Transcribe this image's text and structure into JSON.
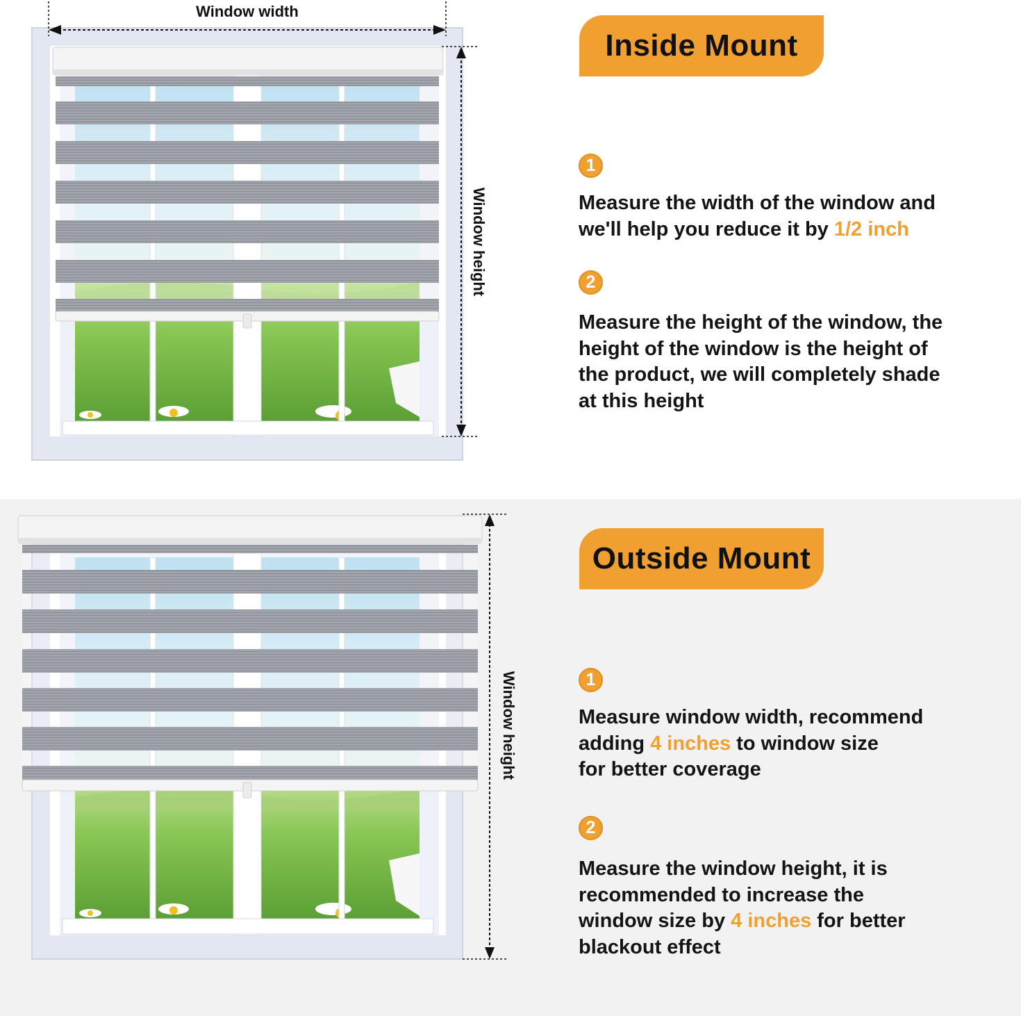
{
  "colors": {
    "accent": "#f0a030",
    "text": "#141414",
    "shade_band": "#9a9ca3",
    "frame": "#e2e6f0",
    "sky": "#bfe0f0",
    "grass": "#7cc04a",
    "outside_bg": "#f2f2f2"
  },
  "inside": {
    "title": "Inside Mount",
    "width_label": "Window width",
    "height_label": "Window height",
    "steps": [
      {
        "number": "1",
        "lines": [
          {
            "parts": [
              {
                "t": "Measure the width of the window and"
              }
            ]
          },
          {
            "parts": [
              {
                "t": "we'll help you reduce it by "
              },
              {
                "t": "1/2 inch",
                "hl": true
              }
            ]
          }
        ]
      },
      {
        "number": "2",
        "lines": [
          {
            "parts": [
              {
                "t": "Measure the height of the window, the"
              }
            ]
          },
          {
            "parts": [
              {
                "t": "height of the window is the height of"
              }
            ]
          },
          {
            "parts": [
              {
                "t": "the product, we will completely shade"
              }
            ]
          },
          {
            "parts": [
              {
                "t": "at this height"
              }
            ]
          }
        ]
      }
    ]
  },
  "outside": {
    "title": "Outside Mount",
    "height_label": "Window height",
    "steps": [
      {
        "number": "1",
        "lines": [
          {
            "parts": [
              {
                "t": "Measure window width, recommend"
              }
            ]
          },
          {
            "parts": [
              {
                "t": "adding "
              },
              {
                "t": "4 inches",
                "hl": true
              },
              {
                "t": " to window size"
              }
            ]
          },
          {
            "parts": [
              {
                "t": "for better coverage"
              }
            ]
          }
        ]
      },
      {
        "number": "2",
        "lines": [
          {
            "parts": [
              {
                "t": "Measure the window height, it is"
              }
            ]
          },
          {
            "parts": [
              {
                "t": "recommended to increase the"
              }
            ]
          },
          {
            "parts": [
              {
                "t": "window size by "
              },
              {
                "t": "4 inches",
                "hl": true
              },
              {
                "t": " for better"
              }
            ]
          },
          {
            "parts": [
              {
                "t": "blackout effect"
              }
            ]
          }
        ]
      }
    ]
  }
}
